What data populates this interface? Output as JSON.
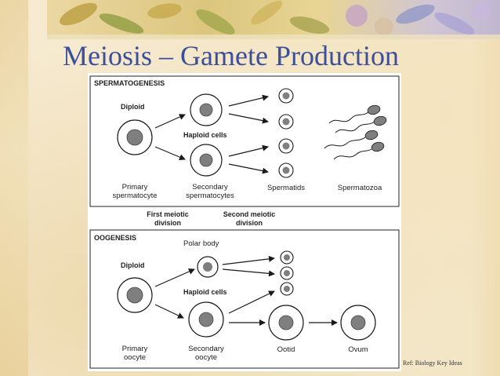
{
  "slide": {
    "title": "Meiosis – Gamete Production",
    "reference": "Ref: Biology Key Ideas"
  },
  "spermatogenesis": {
    "heading": "SPERMATOGENESIS",
    "diploid_label": "Diploid",
    "haploid_label": "Haploid cells",
    "stage1_label": [
      "Primary",
      "spermatocyte"
    ],
    "stage2_label": [
      "Secondary",
      "spermatocytes"
    ],
    "stage3_label": "Spermatids",
    "stage4_label": "Spermatozoa"
  },
  "divisions": {
    "first": [
      "First meiotic",
      "division"
    ],
    "second": [
      "Second meiotic",
      "division"
    ]
  },
  "oogenesis": {
    "heading": "OOGENESIS",
    "polar_body_label": "Polar body",
    "diploid_label": "Diploid",
    "haploid_label": "Haploid cells",
    "stage1_label": [
      "Primary",
      "oocyte"
    ],
    "stage2_label": [
      "Secondary",
      "oocyte"
    ],
    "stage3_label": "Ootid",
    "stage4_label": "Ovum"
  },
  "colors": {
    "title": "#3b4f9a",
    "nucleus": "#7f7f7f",
    "outline": "#1a1a1a"
  }
}
